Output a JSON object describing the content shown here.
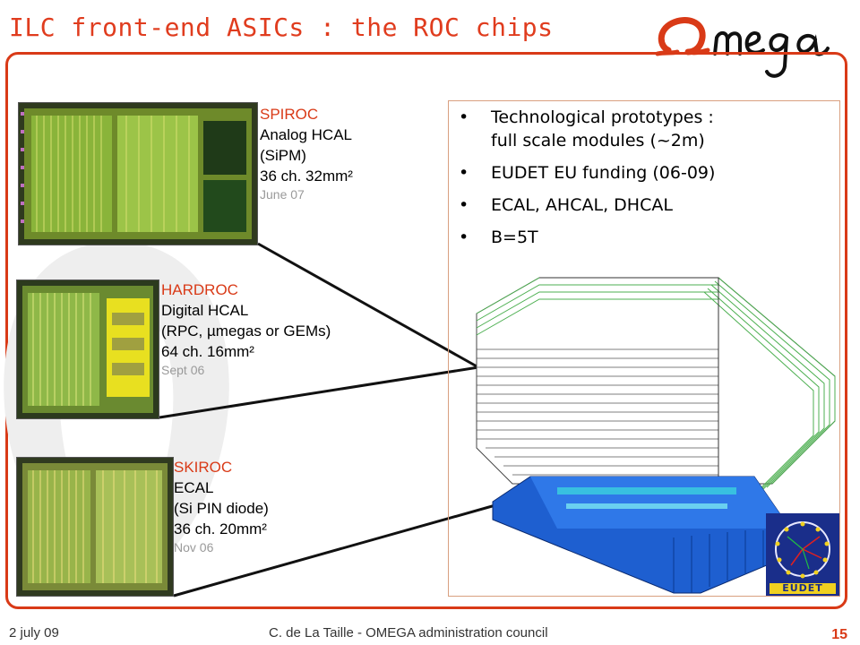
{
  "slide": {
    "title": "ILC front-end ASICs : the ROC chips",
    "logo_text": "Omega",
    "page_number": "15"
  },
  "chips": [
    {
      "name": "SPIROC",
      "line1": "Analog HCAL",
      "line2": "(SiPM)",
      "line3": "36 ch. 32mm²",
      "date": "June 07"
    },
    {
      "name": "HARDROC",
      "line1": "Digital HCAL",
      "line2": "(RPC, µmegas or GEMs)",
      "line3": "64 ch. 16mm²",
      "date": "Sept 06"
    },
    {
      "name": "SKIROC",
      "line1": "ECAL",
      "line2": "(Si PIN diode)",
      "line3": "36 ch. 20mm²",
      "date": "Nov 06"
    }
  ],
  "bullets": [
    {
      "symbol": "•",
      "text1": "Technological prototypes :",
      "text2": "full scale modules (~2m)"
    },
    {
      "symbol": "•",
      "text1": "EUDET EU funding (06-09)",
      "text2": ""
    },
    {
      "symbol": "•",
      "text1": "ECAL, AHCAL, DHCAL",
      "text2": ""
    },
    {
      "symbol": "•",
      "text1": "B=5T",
      "text2": ""
    }
  ],
  "eudet_logo": {
    "label": "EUDET"
  },
  "footer": {
    "date": "2 july 09",
    "center": "C. de La Taille - OMEGA administration council"
  },
  "colors": {
    "accent": "#d93a17",
    "chip_green": "#3a8a2a",
    "detector_green": "#4caf50",
    "detector_blue": "#1e5fd0"
  }
}
